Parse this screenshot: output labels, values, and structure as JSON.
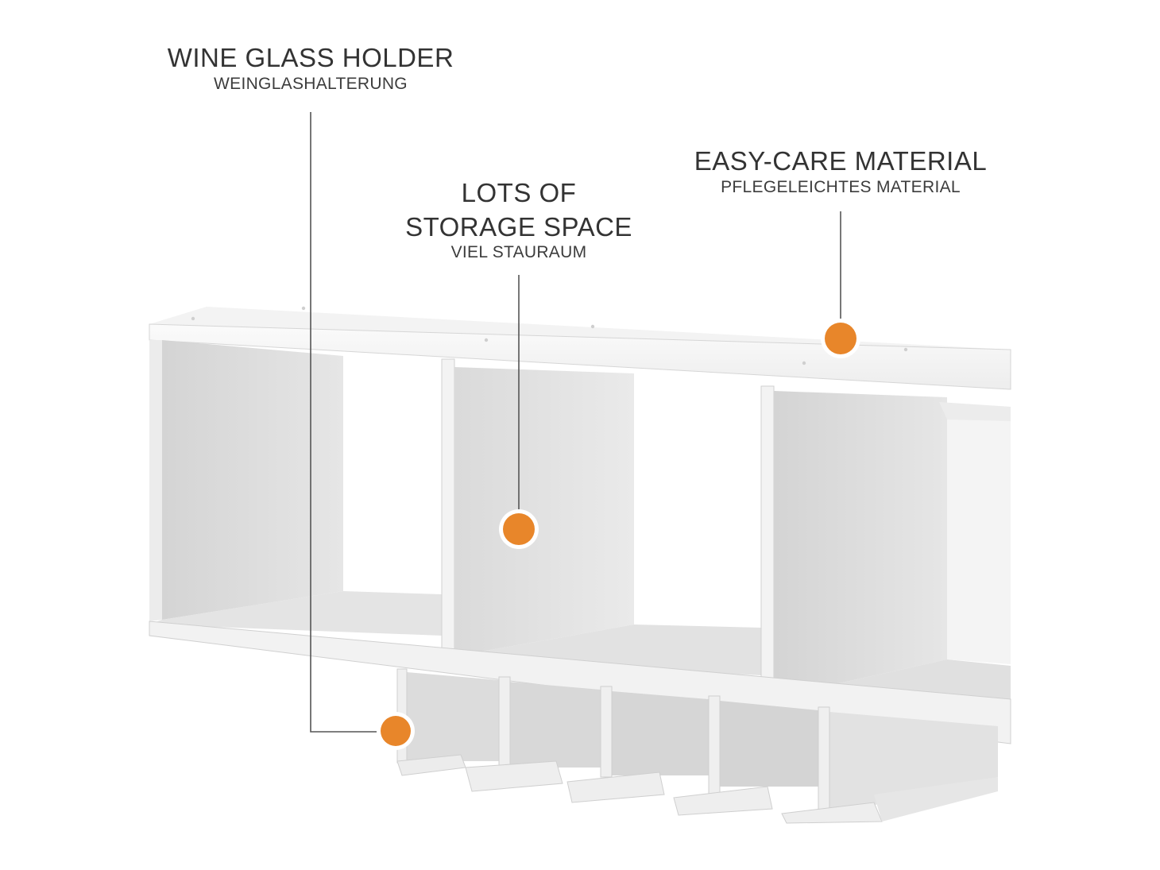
{
  "labels": {
    "wine_glass_holder": {
      "en": "WINE GLASS HOLDER",
      "de": "WEINGLASHALTERUNG"
    },
    "storage_space": {
      "en_line1": "LOTS OF",
      "en_line2": "STORAGE SPACE",
      "de": "VIEL STAURAUM"
    },
    "easy_care": {
      "en": "EASY-CARE MATERIAL",
      "de": "PFLEGELEICHTES MATERIAL"
    }
  },
  "colors": {
    "marker": "#e8862a",
    "marker_ring": "#ffffff",
    "leader_line": "#555555",
    "shelf_front": "#f1f1f1",
    "shelf_top": "#f7f7f7",
    "shelf_inner": "#dcdcdc",
    "shelf_shadow": "#c9c9c9"
  }
}
